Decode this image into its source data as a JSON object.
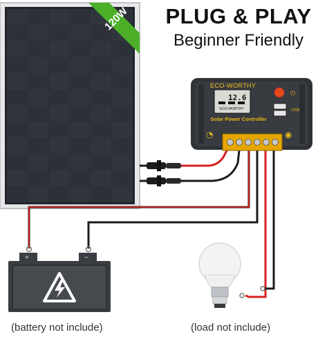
{
  "headline": {
    "title": "PLUG & PLAY",
    "subtitle": "Beginner Friendly"
  },
  "panel": {
    "wattage_badge": "120W"
  },
  "controller": {
    "brand": "ECO-WORTHY",
    "lcd_value": "12.6",
    "lcd_brand": "ECO-WORTHY",
    "label": "Solar Power Controller"
  },
  "captions": {
    "battery": "(battery not include)",
    "load": "(load not include)"
  },
  "colors": {
    "wire_red": "#d62020",
    "wire_black": "#1a1a1a",
    "ribbon_green": "#4caf28",
    "controller_body": "#2f3236",
    "controller_accent": "#f0c020"
  }
}
